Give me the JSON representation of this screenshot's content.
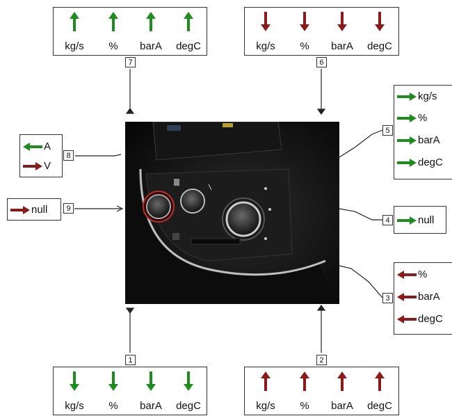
{
  "colors": {
    "green": "#1e8c1e",
    "red": "#8b1a1a",
    "border": "#333333"
  },
  "photo": {
    "description_icon": "car-climate-control-photo"
  },
  "ports": {
    "top_left": {
      "number": "7",
      "direction": "up",
      "color": "green",
      "labels": [
        "kg/s",
        "%",
        "barA",
        "degC"
      ]
    },
    "top_right": {
      "number": "6",
      "direction": "down",
      "color": "red",
      "labels": [
        "kg/s",
        "%",
        "barA",
        "degC"
      ]
    },
    "bottom_left": {
      "number": "1",
      "direction": "down",
      "color": "green",
      "labels": [
        "kg/s",
        "%",
        "barA",
        "degC"
      ]
    },
    "bottom_right": {
      "number": "2",
      "direction": "up",
      "color": "red",
      "labels": [
        "kg/s",
        "%",
        "barA",
        "degC"
      ]
    },
    "left_upper": {
      "number": "8",
      "rows": [
        {
          "label": "A",
          "color": "green",
          "direction": "left"
        },
        {
          "label": "V",
          "color": "red",
          "direction": "right"
        }
      ]
    },
    "left_lower": {
      "number": "9",
      "rows": [
        {
          "label": "null",
          "color": "red",
          "direction": "right"
        }
      ]
    },
    "right_top": {
      "number": "5",
      "rows": [
        {
          "label": "kg/s",
          "color": "green",
          "direction": "right"
        },
        {
          "label": "%",
          "color": "green",
          "direction": "right"
        },
        {
          "label": "barA",
          "color": "green",
          "direction": "right"
        },
        {
          "label": "degC",
          "color": "green",
          "direction": "right"
        }
      ]
    },
    "right_mid": {
      "number": "4",
      "rows": [
        {
          "label": "null",
          "color": "green",
          "direction": "right"
        }
      ]
    },
    "right_bottom": {
      "number": "3",
      "rows": [
        {
          "label": "%",
          "color": "red",
          "direction": "left"
        },
        {
          "label": "barA",
          "color": "red",
          "direction": "left"
        },
        {
          "label": "degC",
          "color": "red",
          "direction": "left"
        }
      ]
    }
  }
}
